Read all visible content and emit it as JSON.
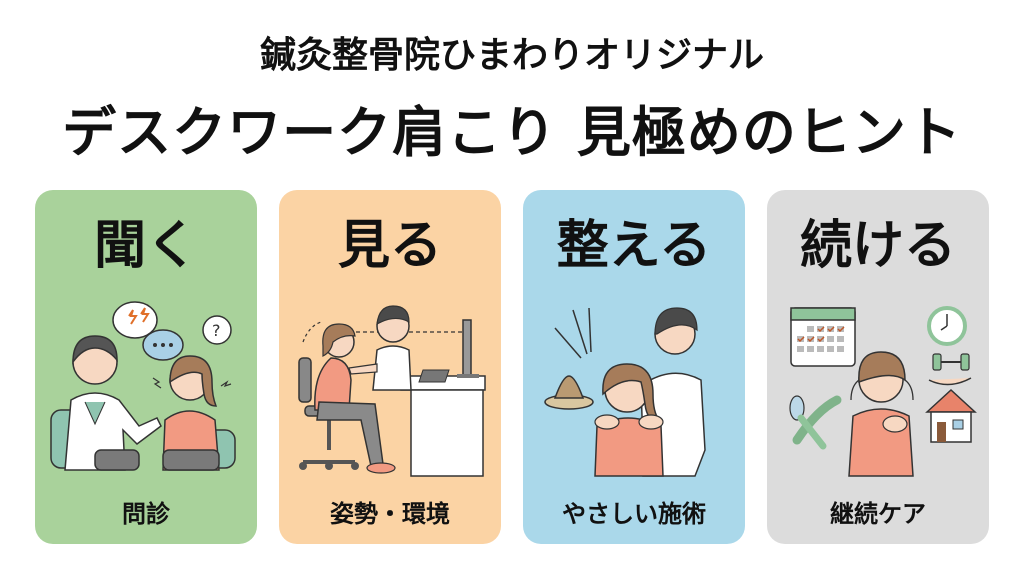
{
  "header": {
    "subtitle": "鍼灸整骨院ひまわりオリジナル",
    "title": "デスクワーク肩こり 見極めのヒント"
  },
  "cards": [
    {
      "heading": "聞く",
      "caption": "問診",
      "bg": "#a9d29b",
      "illustration": "doctor-patient-consultation-icon"
    },
    {
      "heading": "見る",
      "caption": "姿勢・環境",
      "bg": "#fbd3a4",
      "illustration": "posture-desk-check-icon"
    },
    {
      "heading": "整える",
      "caption": "やさしい施術",
      "bg": "#aad8ea",
      "illustration": "shoulder-treatment-icon"
    },
    {
      "heading": "続ける",
      "caption": "継続ケア",
      "bg": "#dcdcdc",
      "illustration": "continued-care-icon"
    }
  ]
}
